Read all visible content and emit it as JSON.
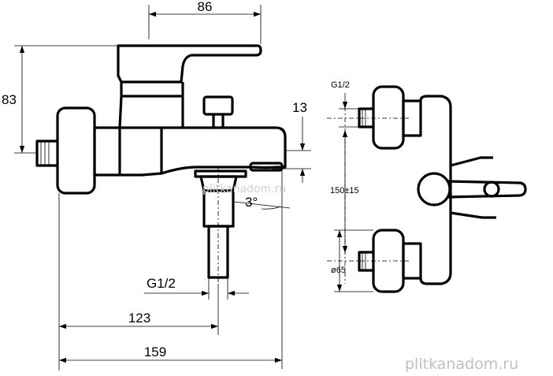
{
  "side_view": {
    "dim_width_top": "86",
    "dim_height": "83",
    "dim_spout_height": "13",
    "dim_angle": "3°",
    "dim_thread": "G1/2",
    "dim_outlet_distance": "123",
    "dim_total_length": "159"
  },
  "front_view": {
    "dim_thread": "G1/2",
    "dim_centers": "150±15",
    "dim_diameter": "ø65"
  },
  "watermark": {
    "center_text": "plitkanadom.ru",
    "corner_text": "plitkanadom.ru"
  }
}
